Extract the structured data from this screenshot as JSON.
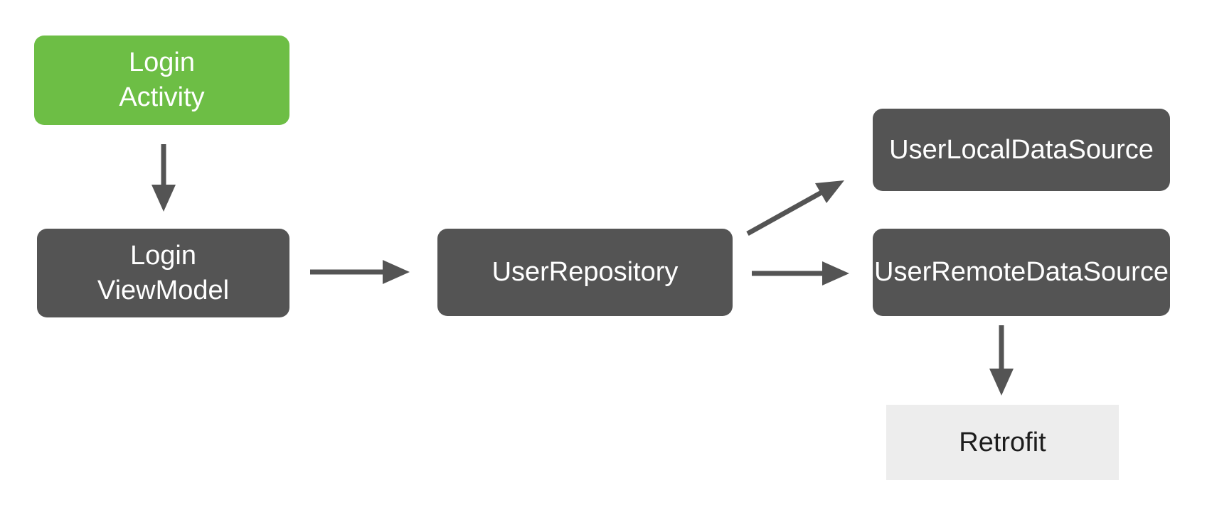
{
  "diagram": {
    "nodes": {
      "login_activity": {
        "line1": "Login",
        "line2": "Activity"
      },
      "login_viewmodel": {
        "line1": "Login",
        "line2": "ViewModel"
      },
      "user_repository": {
        "label": "UserRepository"
      },
      "user_local_data_source": {
        "label": "UserLocalDataSource"
      },
      "user_remote_data_source": {
        "label": "UserRemoteDataSource"
      },
      "retrofit": {
        "label": "Retrofit"
      }
    },
    "edges": [
      {
        "from": "login_activity",
        "to": "login_viewmodel",
        "direction": "down"
      },
      {
        "from": "login_viewmodel",
        "to": "user_repository",
        "direction": "right"
      },
      {
        "from": "user_repository",
        "to": "user_local_data_source",
        "direction": "up-right"
      },
      {
        "from": "user_repository",
        "to": "user_remote_data_source",
        "direction": "right"
      },
      {
        "from": "user_remote_data_source",
        "to": "retrofit",
        "direction": "down"
      }
    ],
    "colors": {
      "activity_green": "#6DBE45",
      "node_dark": "#545454",
      "retrofit_light": "#EDEDED",
      "arrow": "#545454",
      "background": "#FFFFFF",
      "text_light": "#FFFFFF",
      "text_dark": "#1D1D1D"
    }
  }
}
